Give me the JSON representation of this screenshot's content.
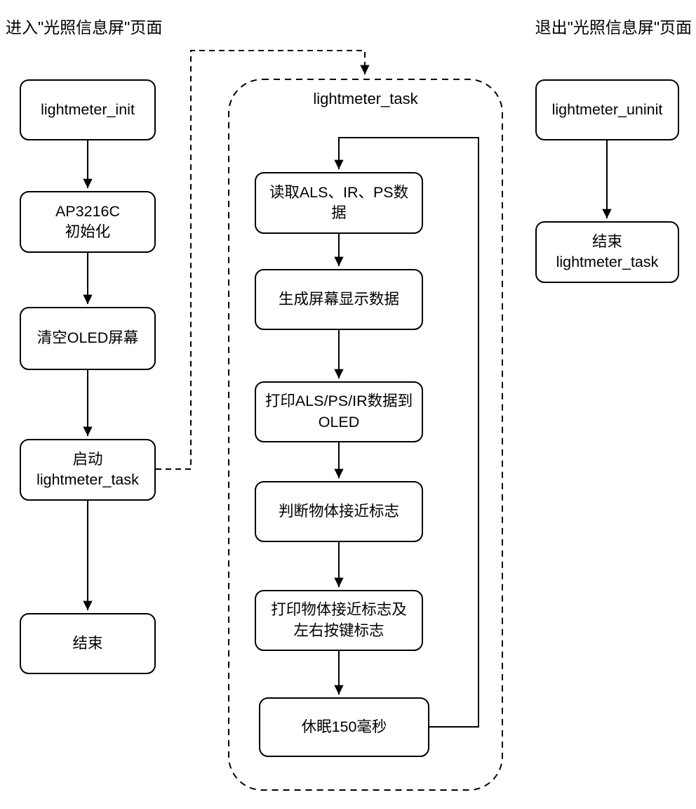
{
  "titles": {
    "enter": "进入\"光照信息屏\"页面",
    "exit": "退出\"光照信息屏\"页面"
  },
  "left_flow": {
    "boxes": [
      "lightmeter_init",
      "AP3216C\n初始化",
      "清空OLED屏幕",
      "启动\nlightmeter_task",
      "结束"
    ]
  },
  "task_loop": {
    "title": "lightmeter_task",
    "boxes": [
      "读取ALS、IR、PS数\n据",
      "生成屏幕显示数据",
      "打印ALS/PS/IR数据到\nOLED",
      "判断物体接近标志",
      "打印物体接近标志及\n左右按键标志",
      "休眠150毫秒"
    ]
  },
  "right_flow": {
    "boxes": [
      "lightmeter_uninit",
      "结束\nlightmeter_task"
    ]
  },
  "colors": {
    "line": "#000000",
    "box_fill": "#ffffff",
    "background": "#ffffff"
  }
}
